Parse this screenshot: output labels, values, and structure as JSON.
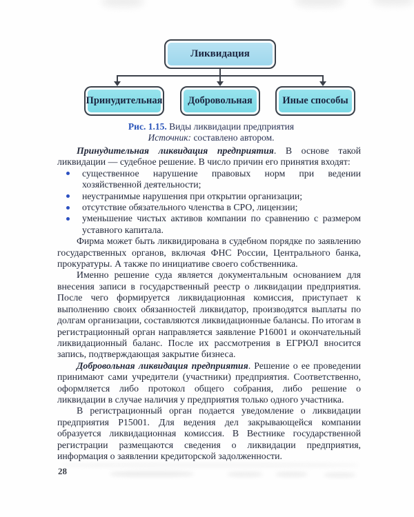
{
  "colors": {
    "root_box_fill": "#a8daee",
    "child_box_fill": "#84dbe8",
    "box_border": "#3b4049",
    "caption_accent": "#2a54b9",
    "body_text": "#22283a",
    "bullet": "#2b4fc0"
  },
  "diagram": {
    "root_label": "Ликвидация",
    "children": [
      "Принудительная",
      "Добровольная",
      "Иные способы"
    ]
  },
  "caption": {
    "figure_number": "Рис. 1.15.",
    "figure_title": " Виды ликвидации предприятия",
    "source_label": "Источник:",
    "source_value": " составлено автором."
  },
  "article": {
    "para_forced": {
      "lead": "Принудительная ликвидация предприятия",
      "text": ". В основе такой ликвидации — судебное решение. В число причин его принятия входят:"
    },
    "bullets": [
      "существенное нарушение правовых норм при ведении хозяйственной деятельности;",
      "неустранимые нарушения при открытии организации;",
      "отсутствие обязательного членства в СРО, лицензии;",
      "уменьшение чистых активов компании по сравнению с размером уставного капитала."
    ],
    "para_court": "Фирма может быть ликвидирована в судебном порядке по заявлению государственных органов, включая ФНС России, Центрального банка, прокуратуры. А также по инициативе своего собственника.",
    "para_registry": "Именно решение суда является документальным основанием для внесения записи в государственный реестр о ликвидации предприятия. После чего формируется ликвидационная комиссия, приступает к выполнению своих обязанностей ликвидатор, производятся выплаты по долгам организации, составляются ликвидационные балансы. По итогам в регистрационный орган направляется заявление Р16001 и окончательный ликвидационный баланс. После их рассмотрения в ЕГРЮЛ вносится запись, подтверждающая закрытие бизнеса.",
    "para_voluntary": {
      "lead": "Добровольная ликвидация предприятия",
      "text": ". Решение о ее проведении принимают сами учредители (участники) предприятия. Соответственно, оформляется либо протокол общего собрания, либо решение о ликвидации в случае наличия у предприятия только одного участника."
    },
    "para_notice": "В регистрационный орган подается уведомление о ликвидации предприятия Р15001. Для ведения дел закрывающейся компании образуется ликвидационная комиссия. В Вестнике государственной регистрации размещаются сведения о ликвидации предприятия, информация о заявлении кредиторской задолженности."
  },
  "page": {
    "number": "28"
  }
}
